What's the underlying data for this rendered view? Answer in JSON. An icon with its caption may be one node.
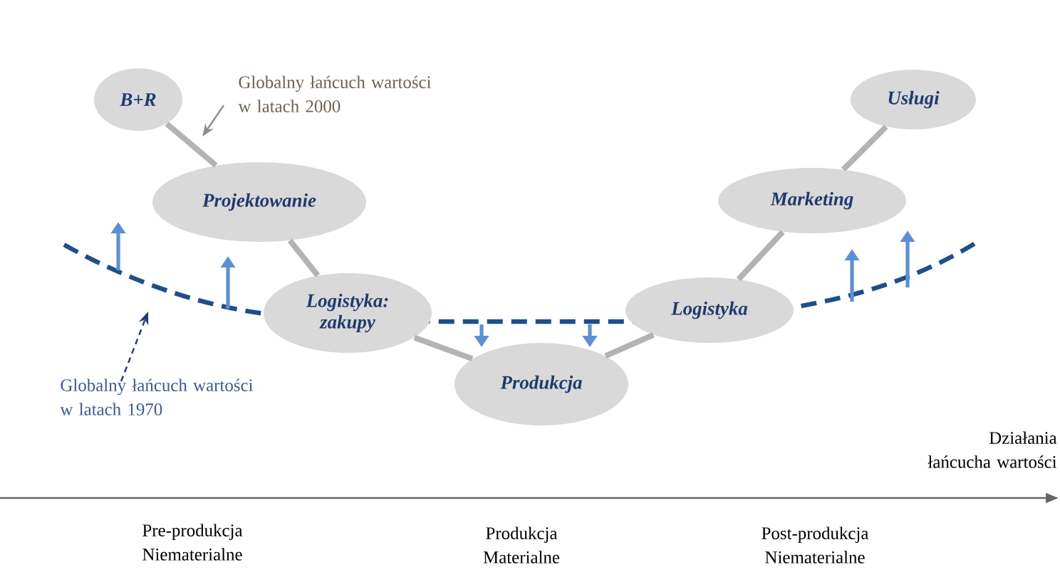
{
  "diagram": {
    "nodes": [
      {
        "text": [
          "B+R"
        ]
      },
      {
        "text": [
          "Projektowanie"
        ]
      },
      {
        "text": [
          "Logistyka: zakupy"
        ]
      },
      {
        "text": [
          "Produkcja"
        ]
      },
      {
        "text": [
          "Logistyka"
        ]
      },
      {
        "text": [
          "Marketing"
        ]
      },
      {
        "text": [
          "Usługi"
        ]
      },
      {
        "text": [
          "Globalny łańcuch wartości w latach 2000"
        ]
      },
      {
        "text": [
          "Globalny łańcuch wartości w latach 1970"
        ]
      }
    ],
    "edges": [
      {
        "from": 0,
        "to": 1,
        "arrow": "none"
      },
      {
        "from": 1,
        "to": 2,
        "arrow": "none"
      },
      {
        "from": 2,
        "to": 3,
        "arrow": "none"
      },
      {
        "from": 3,
        "to": 4,
        "arrow": "none"
      },
      {
        "from": 4,
        "to": 5,
        "arrow": "none"
      },
      {
        "from": 5,
        "to": 6,
        "arrow": "none"
      },
      {
        "from": 7,
        "to": null,
        "arrow": "to",
        "color": "#8c8c8c"
      },
      {
        "from": 8,
        "to": null,
        "arrow": "to",
        "style": "dashed",
        "color": "#1f3a6e"
      }
    ],
    "labels": [
      "Działania łańcucha wartości",
      "Pre-produkcja Niematerialne",
      "Produkcja Materialne",
      "Post-produkcja Niematerialne"
    ]
  }
}
